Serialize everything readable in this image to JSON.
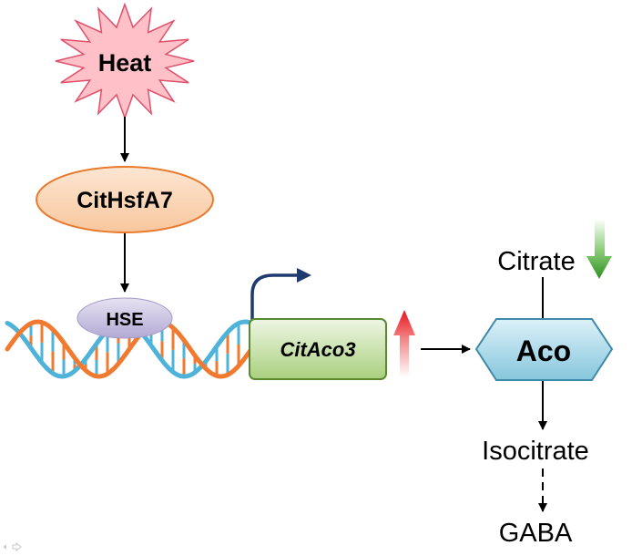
{
  "trigger": {
    "label": "Heat"
  },
  "factor": {
    "label": "CitHsfA7"
  },
  "element": {
    "label": "HSE"
  },
  "gene": {
    "label": "CitAco3",
    "change": "up"
  },
  "enzyme": {
    "label": "Aco"
  },
  "metabolites": {
    "substrate": "Citrate",
    "substrate_change": "down",
    "product": "Isocitrate",
    "downstream": "GABA"
  },
  "colors": {
    "heat_fill": "#ffc0c8",
    "heat_stroke": "#e0506a",
    "factor_fill": "#fbd3b0",
    "factor_stroke": "#e87b2e",
    "element_fill": "#c9c2e2",
    "gene_fill": "#c8e3a8",
    "gene_stroke": "#5a8a30",
    "enzyme_fill": "#9fd4e4",
    "enzyme_stroke": "#3f8aa8",
    "dna_strand_orange": "#f07a30",
    "dna_strand_blue": "#4fb3d9",
    "tss_arrow": "#1f3a6e",
    "up_arrow": "#e8141c",
    "down_arrow": "#3a9a2a"
  }
}
